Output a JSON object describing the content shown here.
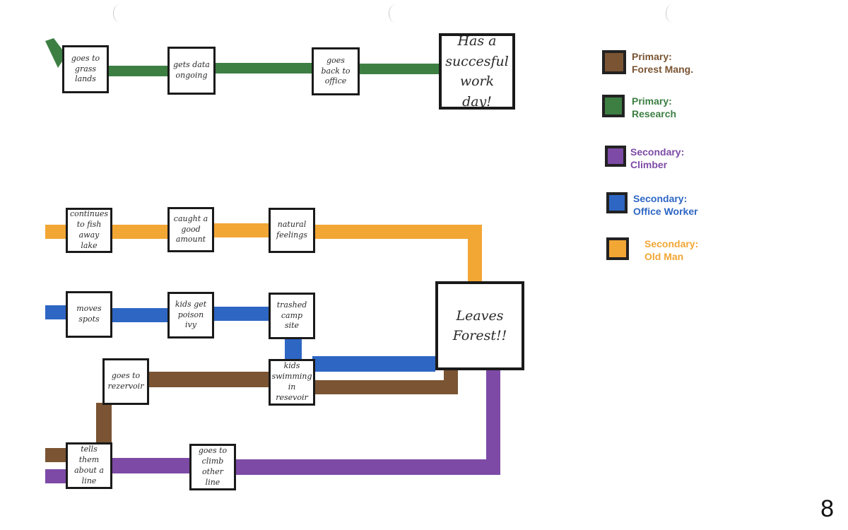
{
  "lines": {
    "research": {
      "color": "#3d7f43"
    },
    "forest_mgmt": {
      "color": "#7a5433"
    },
    "climber": {
      "color": "#7d4aa6"
    },
    "office_worker": {
      "color": "#2e66c4"
    },
    "old_man": {
      "color": "#f2a634"
    }
  },
  "stations": {
    "goes_to_grass_lands": "goes to grass lands",
    "gets_data_ongoing": "gets data ongoing",
    "goes_back_to_office": "goes back to office",
    "has_successful_work_day": "Has a succesful work day!",
    "continues_to_fish": "continues to fish away lake",
    "caught_a_good_amount": "caught a good amount",
    "natural_feelings": "natural feelings",
    "moves_spots": "moves spots",
    "kids_get_poison_ivy": "kids get poison ivy",
    "trashed_camp_site": "trashed camp site",
    "leaves_forest": "Leaves Forest!!",
    "goes_to_reservoir": "goes to rezervoir",
    "kids_swimming": "kids swimming in resevoir",
    "tells_them_about_a_line": "tells them about a line",
    "goes_to_climb_other_line": "goes to climb other line"
  },
  "legend": [
    {
      "role": "Primary:",
      "name": "Forest Mang.",
      "color": "#7a5433"
    },
    {
      "role": "Primary:",
      "name": "Research",
      "color": "#3d7f43"
    },
    {
      "role": "Secondary:",
      "name": "Climber",
      "color": "#7d4aa6"
    },
    {
      "role": "Secondary:",
      "name": "Office Worker",
      "color": "#2e66c4"
    },
    {
      "role": "Secondary:",
      "name": "Old Man",
      "color": "#f2a634"
    }
  ],
  "page_number": "8"
}
